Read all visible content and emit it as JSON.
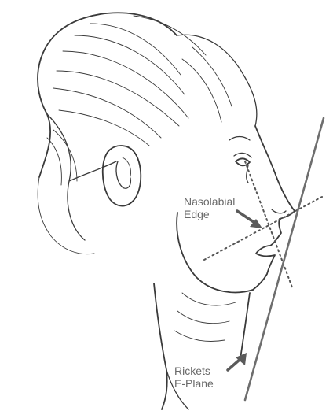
{
  "labels": {
    "nasolabial_line1": "Nasolabial",
    "nasolabial_line2": "Edge",
    "rickets_line1": "Rickets",
    "rickets_line2": "E-Plane"
  },
  "colors": {
    "ink": "#3a3a3a",
    "annotation": "#6a6a6a",
    "background": "#ffffff"
  },
  "icons": {
    "nasolabial_pointer": "arrow-icon",
    "eplane_pointer": "arrow-icon"
  }
}
